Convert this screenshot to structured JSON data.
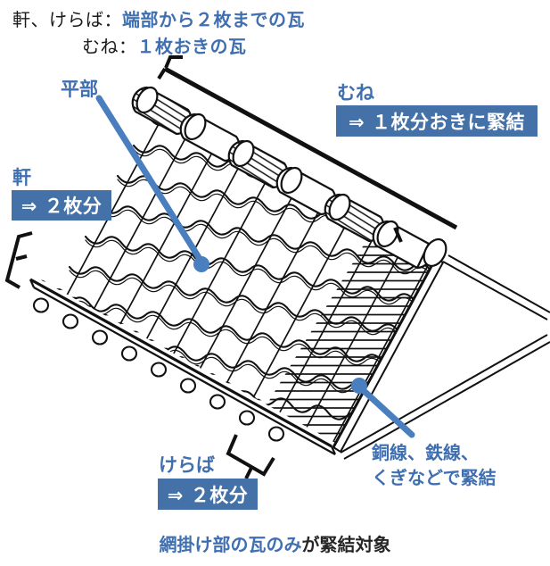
{
  "header": {
    "line1_dark": "軒、けらば：",
    "line1_blue": "端部から２枚までの瓦",
    "line2_dark": "むね：",
    "line2_blue": "１枚おきの瓦"
  },
  "labels": {
    "heibu": "平部",
    "noki": "軒",
    "mune": "むね",
    "keraba": "けらば",
    "wire_line1": "銅線、鉄線、",
    "wire_line2": "くぎなどで緊結"
  },
  "boxes": {
    "noki": "⇒ ２枚分",
    "mune": "⇒ １枚分おきに緊結",
    "keraba": "⇒ ２枚分"
  },
  "caption": {
    "blue": "網掛け部の瓦のみ",
    "dark": "が緊結対象"
  },
  "colors": {
    "accent_blue": "#3f6fb0",
    "box_blue": "#4472a8",
    "pointer_blue": "#4a7fbf",
    "ink": "#111111",
    "background": "#ffffff"
  },
  "diagram": {
    "name": "roof-tile-isometric-diagram",
    "description": "瓦屋根の斜め俯瞰図。むね瓦（棟）・平部・軒・けらばの緊結対象範囲を網掛けで示す",
    "regions": [
      "mune-ridge-tiles",
      "heibu-field-tiles",
      "noki-eave-hatched",
      "keraba-gable-hatched"
    ]
  }
}
